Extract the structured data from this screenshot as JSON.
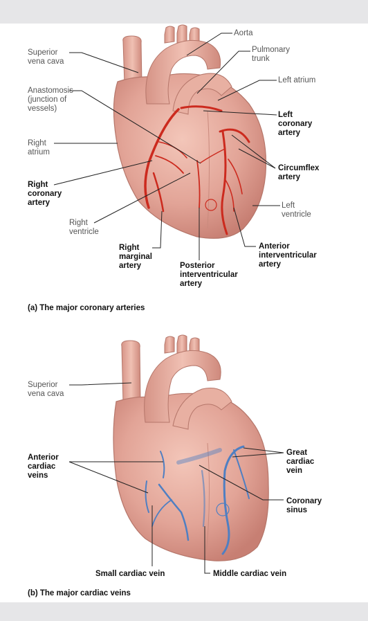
{
  "panel_a": {
    "caption": "(a) The major coronary arteries",
    "labels": {
      "aorta": "Aorta",
      "superior_vena_cava": "Superior\nvena cava",
      "pulmonary_trunk": "Pulmonary\ntrunk",
      "left_atrium": "Left atrium",
      "anastomosis": "Anastomosis\n(junction of\nvessels)",
      "left_coronary_artery": "Left\ncoronary\nartery",
      "right_atrium": "Right\natrium",
      "circumflex_artery": "Circumflex\nartery",
      "right_coronary_artery": "Right\ncoronary\nartery",
      "left_ventricle": "Left\nventricle",
      "right_ventricle": "Right\nventricle",
      "right_marginal_artery": "Right\nmarginal\nartery",
      "posterior_interventricular_artery": "Posterior\ninterventricular\nartery",
      "anterior_interventricular_artery": "Anterior\ninterventricular\nartery"
    }
  },
  "panel_b": {
    "caption": "(b) The major cardiac veins",
    "labels": {
      "superior_vena_cava": "Superior\nvena cava",
      "anterior_cardiac_veins": "Anterior\ncardiac\nveins",
      "great_cardiac_vein": "Great\ncardiac\nvein",
      "coronary_sinus": "Coronary\nsinus",
      "small_cardiac_vein": "Small cardiac vein",
      "middle_cardiac_vein": "Middle cardiac vein"
    }
  },
  "colors": {
    "heart_fill": "#e2a497",
    "heart_shadow": "#c77f73",
    "artery": "#cc2a1e",
    "vein": "#4f7fc2",
    "leader_line": "#222222"
  }
}
